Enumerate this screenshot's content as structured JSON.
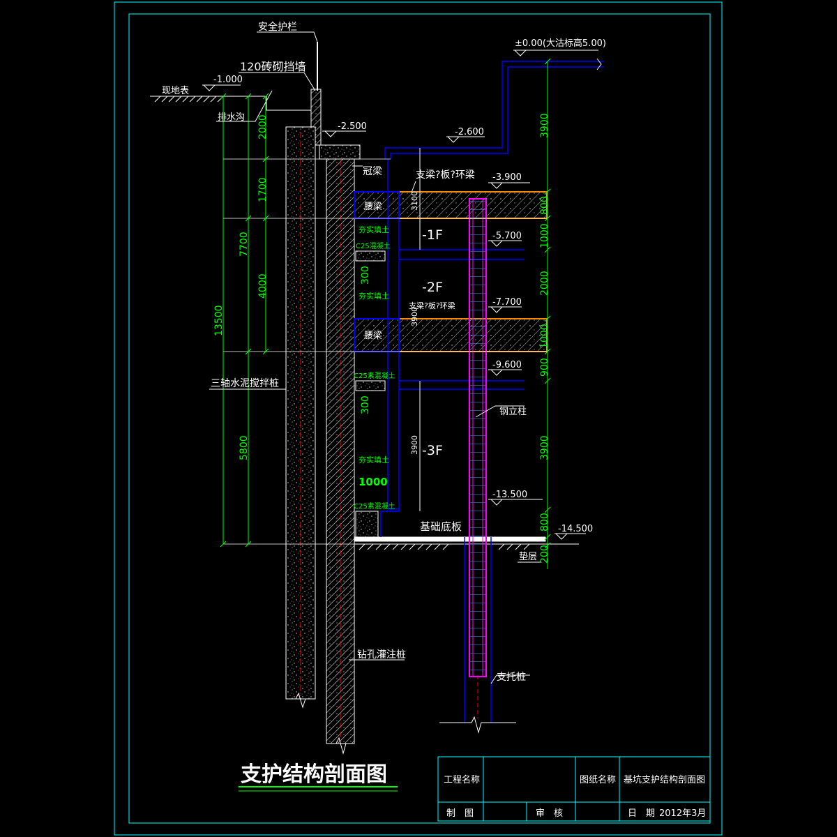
{
  "drawing": {
    "title": "支护结构剖面图",
    "labels": {
      "guardrail": "安全护栏",
      "brick_wall": "120砖砌挡墙",
      "ground": "现地表",
      "drain": "排水沟",
      "crown_beam": "冠梁",
      "strut_label_1": "支梁?板?环梁",
      "strut_label_2": "支梁?板?环梁",
      "waist_beam_1": "腰梁",
      "waist_beam_2": "腰梁",
      "backfill_1": "夯实填土",
      "backfill_2": "夯实填土",
      "backfill_3": "夯实填土",
      "c25_1": "C25混凝土",
      "c25_2": "C25素混凝土",
      "c25_3": "C25素混凝土",
      "floor_1": "-1F",
      "floor_2": "-2F",
      "floor_3": "-3F",
      "mixing_pile": "三轴水泥搅拌桩",
      "steel_column": "钢立柱",
      "base_slab": "基础底板",
      "cushion": "垫层",
      "bored_pile": "钻孔灌注桩",
      "support_pile": "支托桩"
    },
    "elevations": {
      "top": "±0.00(大沽标高5.00)",
      "ground": "-1.000",
      "crown": "-2.500",
      "step": "-2.600",
      "e3900": "-3.900",
      "e5700": "-5.700",
      "e7700": "-7.700",
      "e9600": "-9.600",
      "e13500": "-13.500",
      "e14500": "-14.500"
    },
    "dims_left": {
      "d2000": "2000",
      "d1700": "1700",
      "d7700": "7700",
      "d4000": "4000",
      "d13500": "13500",
      "d5800": "5800"
    },
    "dims_mid": {
      "d300a": "300",
      "d300b": "300",
      "d1000": "1000",
      "d3100": "3100",
      "d3900a": "3900",
      "d3900b": "3900"
    },
    "dims_right": {
      "r3900a": "3900",
      "r800a": "800",
      "r1000a": "1000",
      "r2000": "2000",
      "r1000b": "1000",
      "r900": "900",
      "r3900b": "3900",
      "r800b": "800",
      "r200": "200"
    }
  },
  "title_block": {
    "project_name_label": "工程名称",
    "drawing_name_label": "图纸名称",
    "drawing_name_value": "基坑支护结构剖面图",
    "drawn_label": "制　图",
    "check_label": "审　核",
    "date_label": "日　期",
    "date_value": "2012年3月"
  },
  "colors": {
    "background": "#000000",
    "frame": "#00ffff",
    "dimension": "#00ff00",
    "text": "#ffffff",
    "outline": "#0000ff",
    "beam_edge": "#ff8c00",
    "column": "#ff00ff",
    "rebar": "#ff0000"
  }
}
